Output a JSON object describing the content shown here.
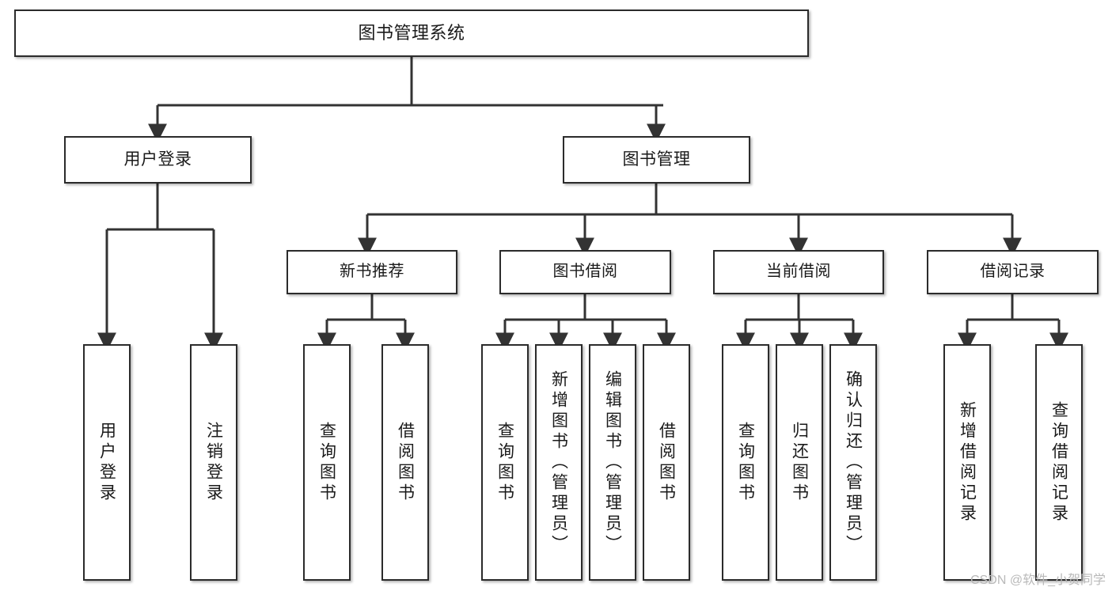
{
  "diagram": {
    "title": "图书管理系统",
    "watermark": "CSDN @软件_小贺同学",
    "colors": {
      "border": "#2b2b2b",
      "background": "#ffffff",
      "text": "#1a1a1a",
      "wire": "#333333",
      "watermark": "#b9b9b9"
    },
    "nodes": {
      "root": "图书管理系统",
      "level1": {
        "user_login": "用户登录",
        "book_manage": "图书管理"
      },
      "level2": {
        "new_book_rec": "新书推荐",
        "book_borrow": "图书借阅",
        "current_borrow": "当前借阅",
        "borrow_record": "借阅记录"
      },
      "leaves": {
        "user_login_1": "用户登录",
        "user_login_2": "注销登录",
        "new_book_rec_1": "查询图书",
        "new_book_rec_2": "借阅图书",
        "book_borrow_1": "查询图书",
        "book_borrow_2": "新增图书（管理员）",
        "book_borrow_3": "编辑图书（管理员）",
        "book_borrow_4": "借阅图书",
        "current_borrow_1": "查询图书",
        "current_borrow_2": "归还图书",
        "current_borrow_3": "确认归还（管理员）",
        "borrow_record_1": "新增借阅记录",
        "borrow_record_2": "查询借阅记录"
      }
    }
  }
}
